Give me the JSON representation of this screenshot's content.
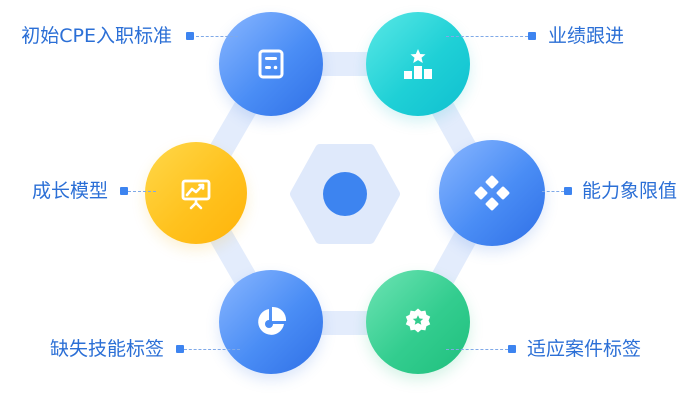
{
  "nodes": [
    {
      "id": "onboarding",
      "label": "初始CPE入职标准",
      "icon": "document-icon"
    },
    {
      "id": "performance",
      "label": "业绩跟进",
      "icon": "podium-star-icon"
    },
    {
      "id": "capability",
      "label": "能力象限值",
      "icon": "diamond-grid-icon"
    },
    {
      "id": "case-tags",
      "label": "适应案件标签",
      "icon": "star-badge-icon"
    },
    {
      "id": "missing-skills",
      "label": "缺失技能标签",
      "icon": "pie-chart-icon"
    },
    {
      "id": "growth-model",
      "label": "成长模型",
      "icon": "presentation-board-icon"
    }
  ],
  "colors": {
    "blue": "#3d84f0",
    "cyan": "#1fd0d6",
    "yellow": "#ffc21e",
    "green": "#33cd8f",
    "connector": "#e3ecfc",
    "hub": "#dfe9fb",
    "hub_dot": "#3d84f0",
    "label_text": "#2b6fd6"
  }
}
